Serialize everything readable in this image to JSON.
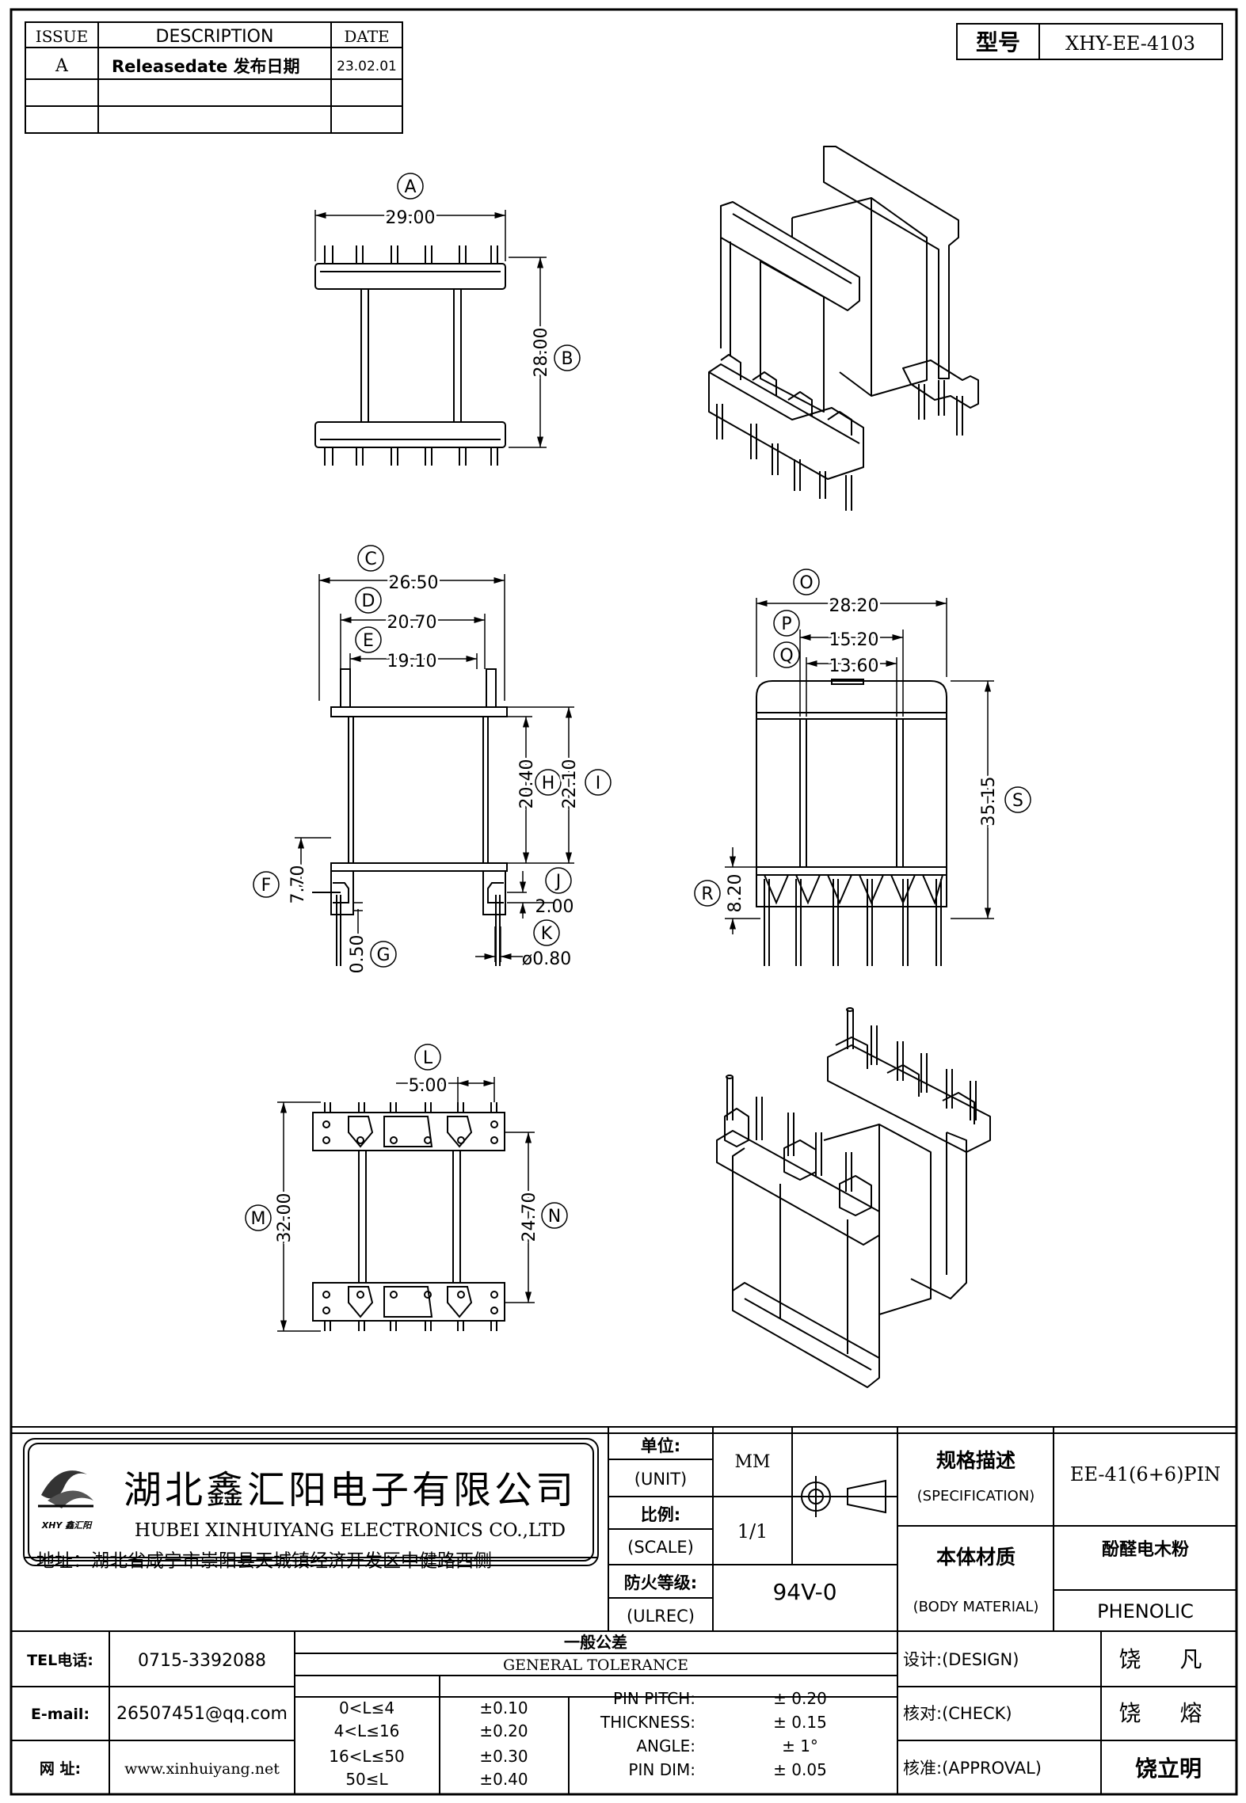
{
  "revision_table": {
    "headers": [
      "ISSUE",
      "DESCRIPTION",
      "DATE"
    ],
    "rows": [
      {
        "issue": "A",
        "description": "Releasedate 发布日期",
        "date": "23.02.01"
      },
      {
        "issue": "",
        "description": "",
        "date": ""
      },
      {
        "issue": "",
        "description": "",
        "date": ""
      }
    ]
  },
  "model": {
    "label": "型号",
    "value": "XHY-EE-4103"
  },
  "dimensions": {
    "A": {
      "letter": "A",
      "value": "29.00"
    },
    "B": {
      "letter": "B",
      "value": "28.00"
    },
    "C": {
      "letter": "C",
      "value": "26.50"
    },
    "D": {
      "letter": "D",
      "value": "20.70"
    },
    "E": {
      "letter": "E",
      "value": "19.10"
    },
    "F": {
      "letter": "F",
      "value": "7.70"
    },
    "G": {
      "letter": "G",
      "value": "0.50"
    },
    "H": {
      "letter": "H",
      "value": "20.40"
    },
    "I": {
      "letter": "I",
      "value": "22.10"
    },
    "J": {
      "letter": "J",
      "value": "2.00"
    },
    "K": {
      "letter": "K",
      "value": "ø0.80"
    },
    "O": {
      "letter": "O",
      "value": "28.20"
    },
    "P": {
      "letter": "P",
      "value": "15.20"
    },
    "Q": {
      "letter": "Q",
      "value": "13.60"
    },
    "R": {
      "letter": "R",
      "value": "8.20"
    },
    "S": {
      "letter": "S",
      "value": "35.15"
    },
    "L": {
      "letter": "L",
      "value": "5.00"
    },
    "M": {
      "letter": "M",
      "value": "32.00"
    },
    "N": {
      "letter": "N",
      "value": "24.70"
    }
  },
  "company": {
    "name_cn": "湖北鑫汇阳电子有限公司",
    "name_en": "HUBEI XINHUIYANG ELECTRONICS CO.,LTD",
    "address": "地址：湖北省咸宁市崇阳县天城镇经济开发区中健路西侧",
    "logo_text": "XHY 鑫汇阳"
  },
  "title_block": {
    "unit_label_cn": "单位:",
    "unit_label_en": "(UNIT)",
    "unit_value": "MM",
    "scale_label_cn": "比例:",
    "scale_label_en": "(SCALE)",
    "scale_value": "1/1",
    "flame_label_cn": "防火等级:",
    "flame_label_en": "(ULREC)",
    "flame_value": "94V-0",
    "spec_label_cn": "规格描述",
    "spec_label_en": "(SPECIFICATION)",
    "spec_value": "EE-41(6+6)PIN",
    "material_label_cn": "本体材质",
    "material_label_en": "(BODY MATERIAL)",
    "material_value_cn": "酚醛电木粉",
    "material_value_en": "PHENOLIC"
  },
  "contact": {
    "tel_label": "TEL电话:",
    "tel": "0715-3392088",
    "email_label": "E-mail:",
    "email": "26507451@qq.com",
    "web_label": "网  址:",
    "web": "www.xinhuiyang.net"
  },
  "tolerance": {
    "title_cn": "一般公差",
    "title_en": "GENERAL TOLERANCE",
    "ranges": [
      {
        "range": "0<L≤4",
        "tol": "±0.10"
      },
      {
        "range": "4<L≤16",
        "tol": "±0.20"
      },
      {
        "range": "16<L≤50",
        "tol": "±0.30"
      },
      {
        "range": "50≤L",
        "tol": "±0.40"
      }
    ],
    "items": [
      {
        "name": "PIN PITCH:",
        "tol": "± 0.20"
      },
      {
        "name": "THICKNESS:",
        "tol": "± 0.15"
      },
      {
        "name": "ANGLE:",
        "tol": "± 1°"
      },
      {
        "name": "PIN DIM:",
        "tol": "± 0.05"
      }
    ]
  },
  "approvals": {
    "design_label": "设计:(DESIGN)",
    "design_name": "饶 凡",
    "check_label": "核对:(CHECK)",
    "check_name": "饶 熔",
    "approval_label": "核准:(APPROVAL)",
    "approval_name": "饶立明"
  }
}
